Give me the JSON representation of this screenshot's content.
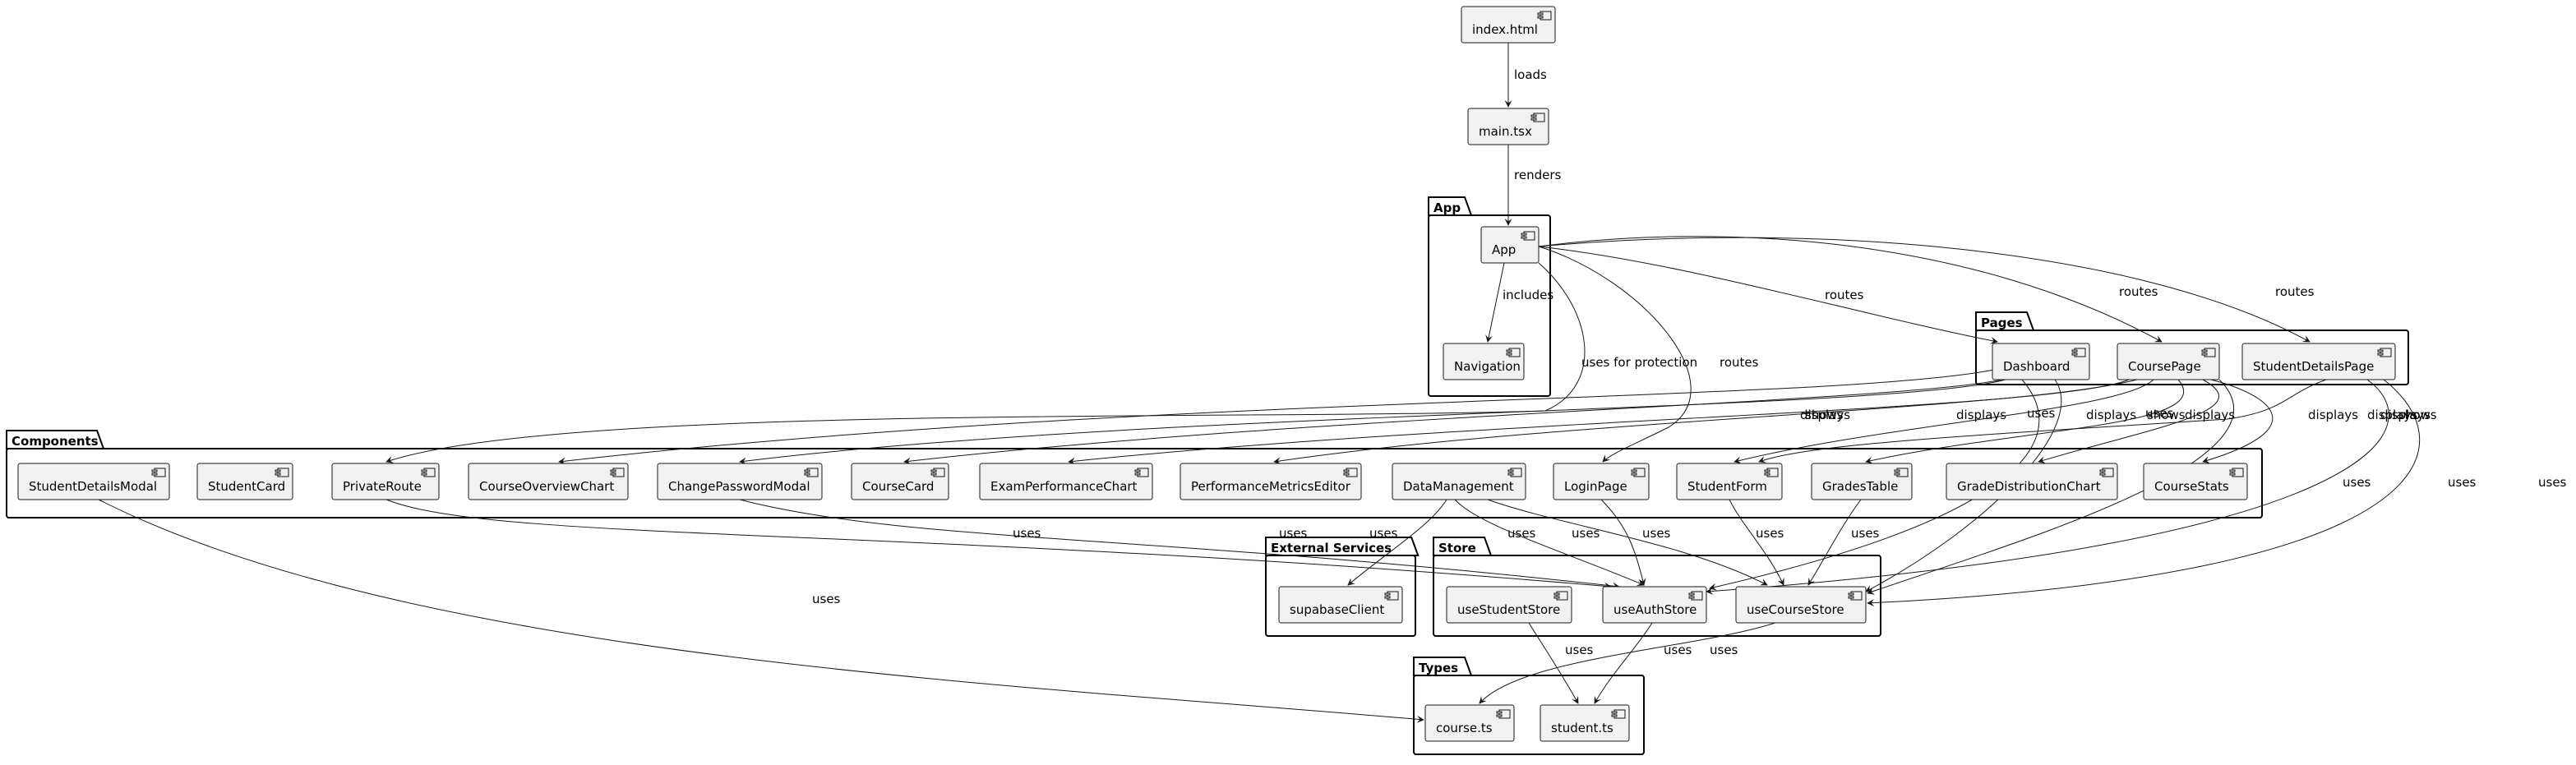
{
  "packages": [
    {
      "id": "app",
      "name": "App"
    },
    {
      "id": "pages",
      "name": "Pages"
    },
    {
      "id": "components",
      "name": "Components"
    },
    {
      "id": "external",
      "name": "External Services"
    },
    {
      "id": "store",
      "name": "Store"
    },
    {
      "id": "types",
      "name": "Types"
    }
  ],
  "components": [
    {
      "id": "index",
      "label": "index.html"
    },
    {
      "id": "main",
      "label": "main.tsx"
    },
    {
      "id": "app",
      "label": "App"
    },
    {
      "id": "nav",
      "label": "Navigation"
    },
    {
      "id": "dashboard",
      "label": "Dashboard"
    },
    {
      "id": "coursepage",
      "label": "CoursePage"
    },
    {
      "id": "studentdetailspage",
      "label": "StudentDetailsPage"
    },
    {
      "id": "studentdetailsmodal",
      "label": "StudentDetailsModal"
    },
    {
      "id": "studentcard",
      "label": "StudentCard"
    },
    {
      "id": "privateroute",
      "label": "PrivateRoute"
    },
    {
      "id": "courseoverviewchart",
      "label": "CourseOverviewChart"
    },
    {
      "id": "changepasswordmodal",
      "label": "ChangePasswordModal"
    },
    {
      "id": "coursecard",
      "label": "CourseCard"
    },
    {
      "id": "examperformancechart",
      "label": "ExamPerformanceChart"
    },
    {
      "id": "performancemetricseditor",
      "label": "PerformanceMetricsEditor"
    },
    {
      "id": "datamanagement",
      "label": "DataManagement"
    },
    {
      "id": "loginpage",
      "label": "LoginPage"
    },
    {
      "id": "studentform",
      "label": "StudentForm"
    },
    {
      "id": "gradestable",
      "label": "GradesTable"
    },
    {
      "id": "gradedistributionchart",
      "label": "GradeDistributionChart"
    },
    {
      "id": "coursestats",
      "label": "CourseStats"
    },
    {
      "id": "supabaseclient",
      "label": "supabaseClient"
    },
    {
      "id": "usestudentstore",
      "label": "useStudentStore"
    },
    {
      "id": "useauthstore",
      "label": "useAuthStore"
    },
    {
      "id": "usecoursestore",
      "label": "useCourseStore"
    },
    {
      "id": "coursets",
      "label": "course.ts"
    },
    {
      "id": "studentts",
      "label": "student.ts"
    }
  ],
  "edges": [
    {
      "from": "index",
      "to": "main",
      "label": "loads"
    },
    {
      "from": "main",
      "to": "app",
      "label": "renders"
    },
    {
      "from": "app",
      "to": "nav",
      "label": "includes"
    },
    {
      "from": "app",
      "to": "dashboard",
      "label": "routes"
    },
    {
      "from": "app",
      "to": "coursepage",
      "label": "routes"
    },
    {
      "from": "app",
      "to": "studentdetailspage",
      "label": "routes"
    },
    {
      "from": "app",
      "to": "loginpage",
      "label": "routes"
    },
    {
      "from": "app",
      "to": "privateroute",
      "label": "uses for protection"
    },
    {
      "from": "dashboard",
      "to": "courseoverviewchart",
      "label": "displays"
    },
    {
      "from": "dashboard",
      "to": "coursecard",
      "label": "displays"
    },
    {
      "from": "dashboard",
      "to": "changepasswordmodal",
      "label": "shows"
    },
    {
      "from": "dashboard",
      "to": "useauthstore",
      "label": "uses"
    },
    {
      "from": "dashboard",
      "to": "usecoursestore",
      "label": "uses"
    },
    {
      "from": "coursepage",
      "to": "examperformancechart",
      "label": "displays"
    },
    {
      "from": "coursepage",
      "to": "performancemetricseditor",
      "label": "displays"
    },
    {
      "from": "coursepage",
      "to": "studentform",
      "label": "shows"
    },
    {
      "from": "coursepage",
      "to": "gradestable",
      "label": "displays"
    },
    {
      "from": "coursepage",
      "to": "gradedistributionchart",
      "label": "displays"
    },
    {
      "from": "coursepage",
      "to": "coursestats",
      "label": "displays"
    },
    {
      "from": "coursepage",
      "to": "usecoursestore",
      "label": "uses"
    },
    {
      "from": "studentdetailspage",
      "to": "useauthstore",
      "label": "uses"
    },
    {
      "from": "studentdetailspage",
      "to": "usecoursestore",
      "label": "uses"
    },
    {
      "from": "studentdetailspage",
      "to": "studentform",
      "label": "shows"
    },
    {
      "from": "studentdetailsmodal",
      "to": "coursets",
      "label": "uses"
    },
    {
      "from": "privateroute",
      "to": "useauthstore",
      "label": "uses"
    },
    {
      "from": "changepasswordmodal",
      "to": "useauthstore",
      "label": "uses"
    },
    {
      "from": "datamanagement",
      "to": "supabaseclient",
      "label": "uses"
    },
    {
      "from": "datamanagement",
      "to": "useauthstore",
      "label": "uses"
    },
    {
      "from": "datamanagement",
      "to": "usecoursestore",
      "label": "uses"
    },
    {
      "from": "loginpage",
      "to": "useauthstore",
      "label": "uses"
    },
    {
      "from": "studentform",
      "to": "usecoursestore",
      "label": "uses"
    },
    {
      "from": "gradestable",
      "to": "usecoursestore",
      "label": "uses"
    },
    {
      "from": "usestudentstore",
      "to": "studentts",
      "label": "uses"
    },
    {
      "from": "useauthstore",
      "to": "studentts",
      "label": "uses"
    },
    {
      "from": "usecoursestore",
      "to": "coursets",
      "label": "uses"
    }
  ]
}
